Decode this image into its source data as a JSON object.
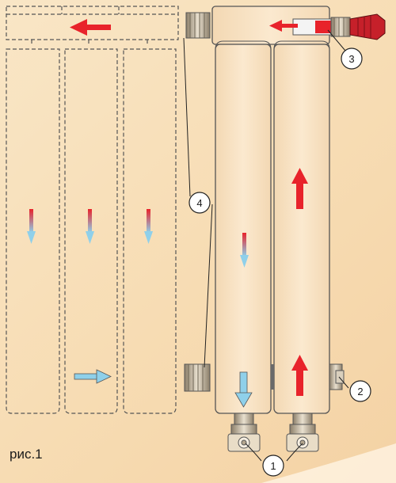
{
  "figure": {
    "caption": "рис.1"
  },
  "callouts": [
    {
      "id": "1",
      "label": "1"
    },
    {
      "id": "2",
      "label": "2"
    },
    {
      "id": "3",
      "label": "3"
    },
    {
      "id": "4",
      "label": "4"
    }
  ],
  "colors": {
    "background": "#f8e2bd",
    "section_fill": "#f8e3c3",
    "outline": "#555555",
    "hot_flow": "#e8232b",
    "cold_flow": "#8fd0ea",
    "fitting": "#b5a78f",
    "valve_head": "#c6202a"
  }
}
